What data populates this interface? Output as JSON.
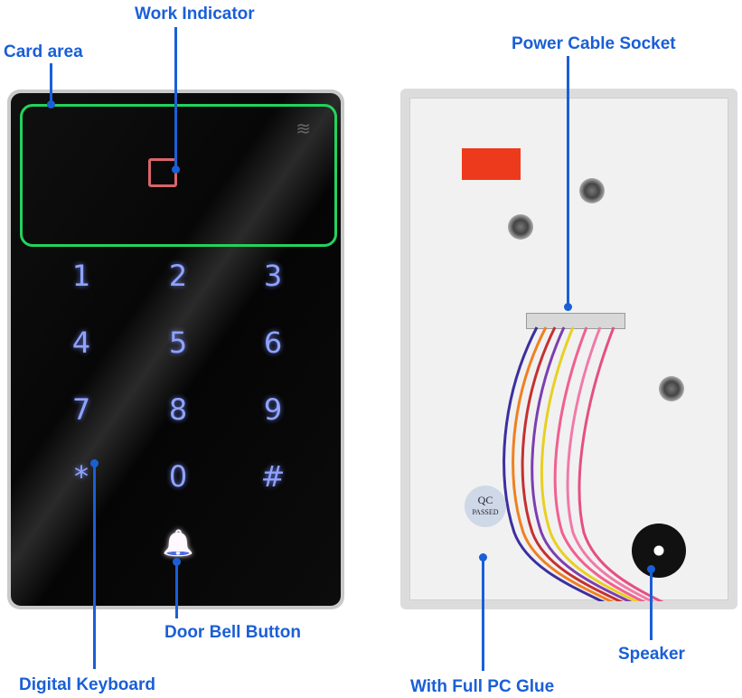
{
  "labels": {
    "card_area": "Card area",
    "work_indicator": "Work Indicator",
    "power_cable_socket": "Power Cable Socket",
    "door_bell_button": "Door Bell Button",
    "digital_keyboard": "Digital Keyboard",
    "with_full_pc_glue": "With Full PC Glue",
    "speaker": "Speaker"
  },
  "keypad": {
    "keys": [
      "1",
      "2",
      "3",
      "4",
      "5",
      "6",
      "7",
      "8",
      "9",
      "*",
      "0",
      "#"
    ],
    "bell_symbol": "🔔",
    "wifi_symbol": "≋"
  },
  "backcase": {
    "qc_line1": "QC",
    "qc_line2": "PASSED"
  },
  "colors": {
    "label_blue": "#1a5fd6",
    "card_frame_green": "#22d35c",
    "indicator_red": "#d9656a",
    "key_glow": "#8fa3ff"
  }
}
